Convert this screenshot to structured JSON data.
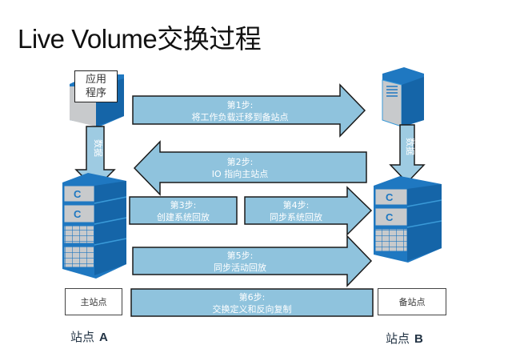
{
  "title": "Live Volume交换过程",
  "colors": {
    "arrow_fill": "#8fc3dd",
    "arrow_stroke": "#1a1a1a",
    "server_blue": "#1f78c1",
    "server_dark": "#1565a8",
    "server_gray": "#c8cacc",
    "data_arrow_fill": "#9ecbe2"
  },
  "site_a": {
    "app_label_line1": "应用",
    "app_label_line2": "程序",
    "data_arrow_label": "数据",
    "role_label": "主站点",
    "site_name": "站点",
    "site_letter": "A"
  },
  "site_b": {
    "data_arrow_label": "数据",
    "role_label": "备站点",
    "site_name": "站点",
    "site_letter": "B"
  },
  "steps": [
    {
      "step": "第1步:",
      "desc": "将工作负载迁移到备站点",
      "direction": "right"
    },
    {
      "step": "第2步:",
      "desc": "IO 指向主站点",
      "direction": "left"
    },
    {
      "step": "第3步:",
      "desc": "创建系统回放",
      "direction": "none"
    },
    {
      "step": "第4步:",
      "desc": "同步系统回放",
      "direction": "right"
    },
    {
      "step": "第5步:",
      "desc": "同步活动回放",
      "direction": "right"
    },
    {
      "step": "第6步:",
      "desc": "交换定义和反向复制",
      "direction": "none"
    }
  ]
}
